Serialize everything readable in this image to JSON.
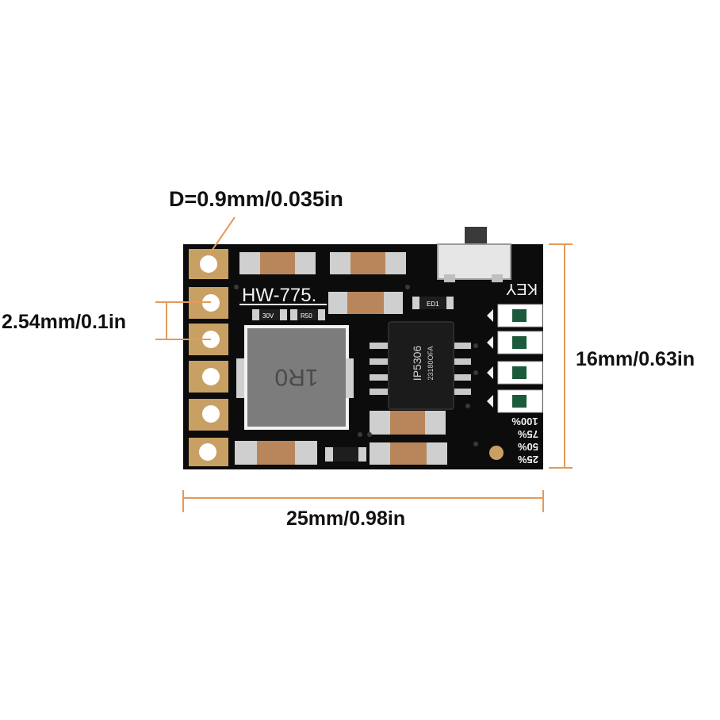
{
  "annotations": {
    "hole_diameter": "D=0.9mm/0.035in",
    "pin_pitch": "2.54mm/0.1in",
    "height": "16mm/0.63in",
    "width": "25mm/0.98in"
  },
  "board": {
    "model_silkscreen": "HW-775.",
    "key_silkscreen": "KEY",
    "chip_line1": "IP5306",
    "chip_line2": "23180OFA",
    "inductor_marking": "1R0",
    "pct_100": "100%",
    "pct_75": "75%",
    "pct_50": "50%",
    "pct_25": "25%",
    "small_label_1": "30V",
    "small_label_2": "R50",
    "small_label_3": "ED1"
  },
  "colors": {
    "annotation_line": "#E39A5B",
    "board": "#0c0c0c",
    "pad": "#c9a064",
    "silkscreen": "#f2f2f2"
  }
}
